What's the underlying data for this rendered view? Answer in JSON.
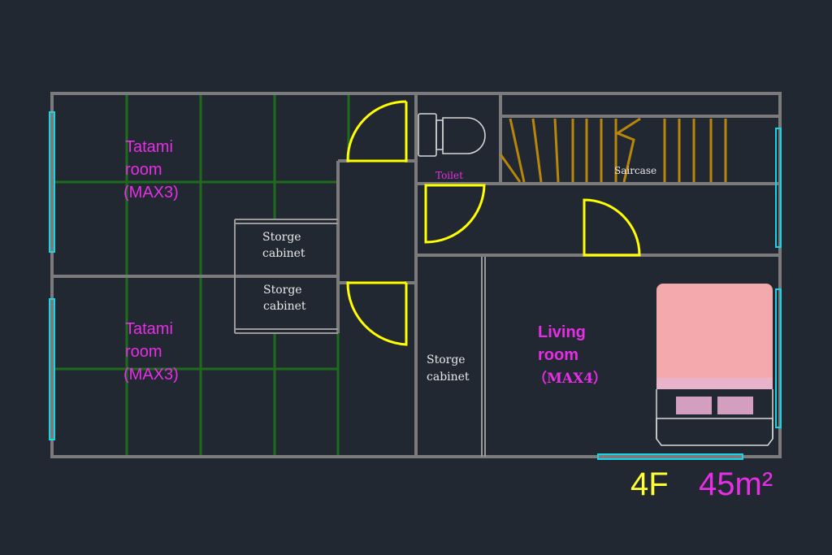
{
  "colors": {
    "background": "#222831",
    "wall": "#7b7b7b",
    "tatami_grid": "#1e6b1e",
    "window": "#19d3e6",
    "door": "#ffff00",
    "stairs": "#b8860b",
    "room_label": "#e62ee6",
    "fixture_label": "#e8e8e8",
    "floor_label": "#ffff33",
    "area_label": "#e62ee6",
    "bed": "#f4a9ad"
  },
  "rooms": {
    "tatami_top": {
      "line1": "Tatami",
      "line2": "room",
      "line3": "(MAX3)"
    },
    "tatami_bottom": {
      "line1": "Tatami",
      "line2": "room",
      "line3": "(MAX3)"
    },
    "living": {
      "line1": "Living",
      "line2": "room",
      "line3": "（MAX4）"
    }
  },
  "fixtures": {
    "storage_top": {
      "line1": "Storge",
      "line2": "cabinet"
    },
    "storage_middle": {
      "line1": "Storge",
      "line2": "cabinet"
    },
    "storage_hall": {
      "line1": "Storge",
      "line2": "cabinet"
    },
    "toilet": "Toilet",
    "staircase": "Saircase"
  },
  "footer": {
    "floor": "4F",
    "area": "45m²"
  }
}
